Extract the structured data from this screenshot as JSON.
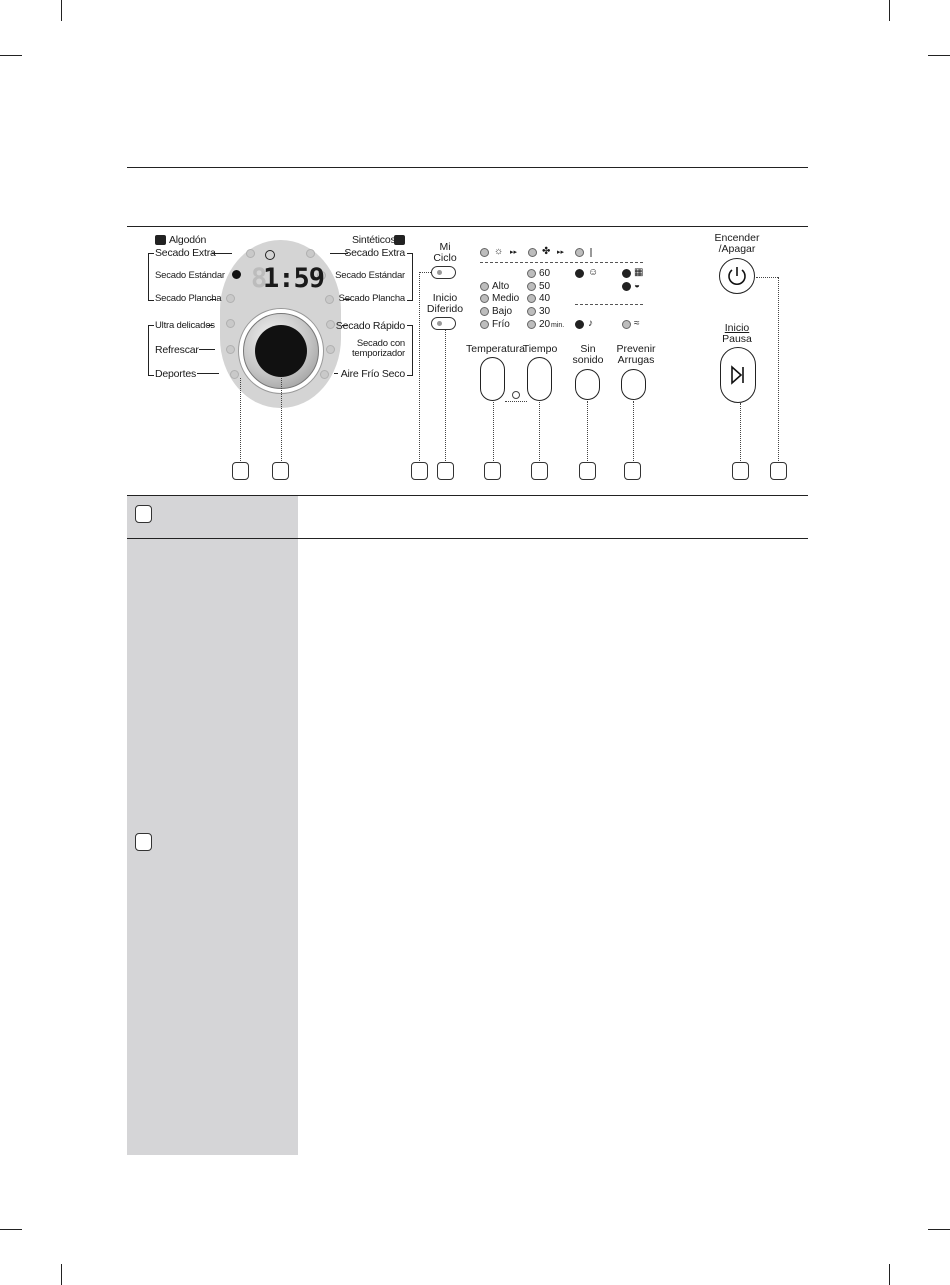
{
  "panel": {
    "left_program": {
      "label": "Algodón",
      "icon": "cotton-shirt-icon"
    },
    "right_program": {
      "label": "Sintéticos",
      "icon": "synthetic-shirt-icon"
    },
    "left_cycles": [
      "Secado Extra",
      "Secado Estándar",
      "Secado Plancha",
      "Ultra delicados",
      "Refrescar",
      "Deportes"
    ],
    "right_cycles": [
      "Secado Extra",
      "Secado Estándar",
      "Secado Plancha",
      "Secado Rápido",
      "Secado con",
      "temporizador",
      "Aire Frío Seco"
    ],
    "display": {
      "time": "1:59",
      "ghost_digit": "8",
      "icon": "clock-icon"
    },
    "mi_ciclo": [
      "Mi",
      "Ciclo"
    ],
    "inicio_diferido": [
      "Inicio",
      "Diferido"
    ],
    "status_icons": [
      "drying-sun-icon",
      "cooling-fan-icon",
      "end-icon"
    ],
    "temperature_options": [
      "Alto",
      "Medio",
      "Bajo",
      "Frío"
    ],
    "time_options": [
      "60",
      "50",
      "40",
      "30",
      "20"
    ],
    "time_unit": "min.",
    "option_icons": [
      "child-lock-icon",
      "drum-light-icon",
      "filter-icon",
      "sound-off-icon",
      "anti-crease-icon"
    ],
    "buttons": {
      "temperatura": "Temperatura",
      "tiempo": "Tiempo",
      "sin_sonido": [
        "Sin",
        "sonido"
      ],
      "prevenir": [
        "Prevenir",
        "Arrugas"
      ],
      "power": [
        "Encender",
        "/Apagar"
      ],
      "start": [
        "Inicio",
        "Pausa"
      ]
    }
  },
  "colors": {
    "dial_panel": "#d4d4d4",
    "sidebar": "#d5d5d7",
    "rule": "#222222",
    "knob": "#111111"
  }
}
